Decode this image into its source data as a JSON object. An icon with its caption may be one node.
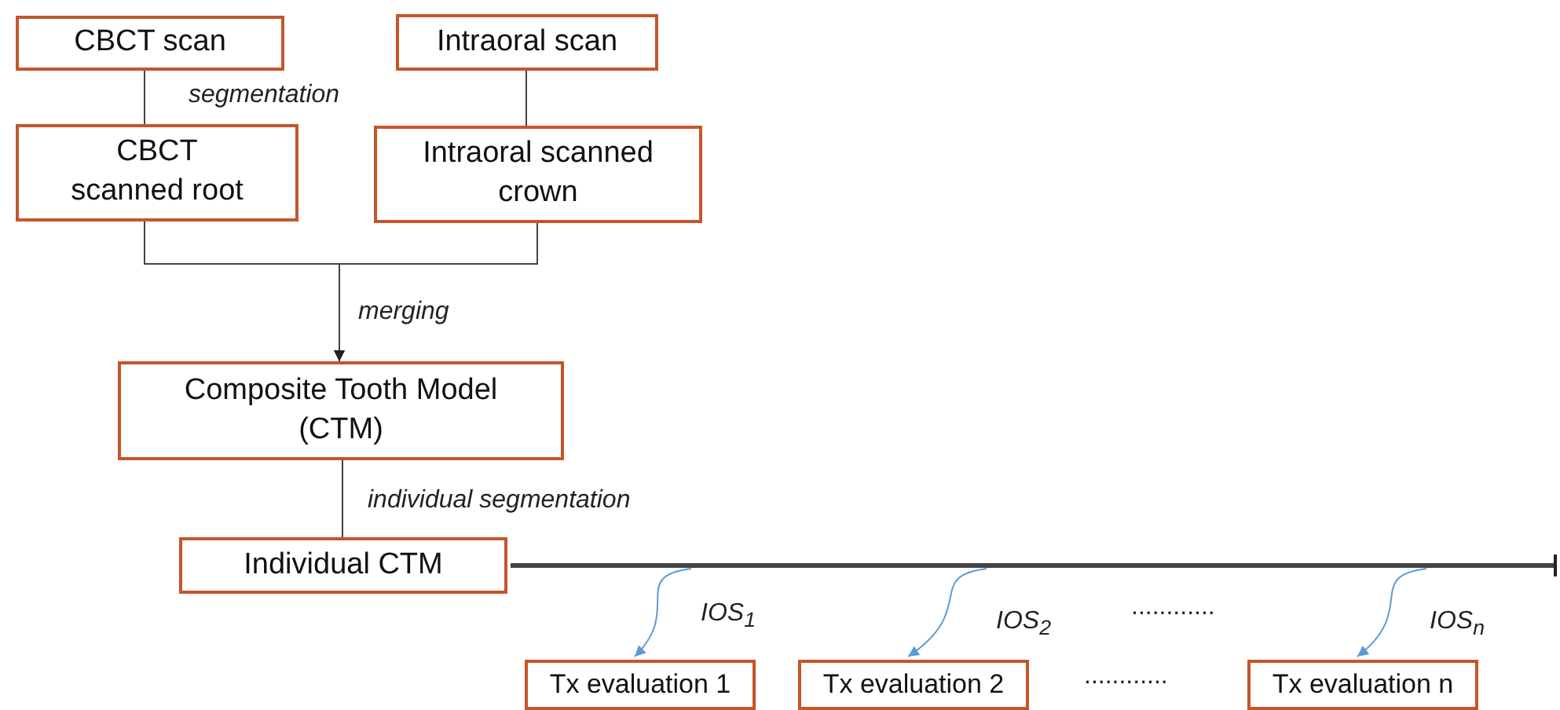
{
  "diagram": {
    "nodes": [
      {
        "text": [
          "CBCT scan"
        ]
      },
      {
        "text": [
          "Intraoral scan"
        ]
      },
      {
        "text": [
          "CBCT scanned root"
        ]
      },
      {
        "text": [
          "Intraoral scanned crown"
        ]
      },
      {
        "text": [
          "Composite Tooth Model (CTM)"
        ]
      },
      {
        "text": [
          "Individual CTM"
        ]
      },
      {
        "text": [
          "Tx evaluation 1"
        ]
      },
      {
        "text": [
          "Tx evaluation 2"
        ]
      },
      {
        "text": [
          "Tx evaluation n"
        ]
      }
    ],
    "edges": [
      {
        "from": 0,
        "to": 2,
        "arrow": "none",
        "label": "segmentation"
      },
      {
        "from": 1,
        "to": 3,
        "arrow": "none"
      },
      {
        "from": 2,
        "to": 4,
        "arrow": "to",
        "label": "merging"
      },
      {
        "from": 3,
        "to": 4,
        "arrow": "to"
      },
      {
        "from": 4,
        "to": 5,
        "arrow": "none",
        "label": "individual segmentation"
      },
      {
        "from": 5,
        "to": null,
        "arrow": "other",
        "style": "thick"
      },
      {
        "from": null,
        "to": 6,
        "arrow": "to",
        "label": "IOS$_{1}$",
        "color": "#5b9bd5"
      },
      {
        "from": null,
        "to": 7,
        "arrow": "to",
        "label": "IOS$_{2}$",
        "color": "#5b9bd5"
      },
      {
        "from": null,
        "to": 8,
        "arrow": "to",
        "label": "IOS$_{n}$",
        "color": "#5b9bd5"
      }
    ],
    "labels": [
      "............",
      "............"
    ]
  }
}
